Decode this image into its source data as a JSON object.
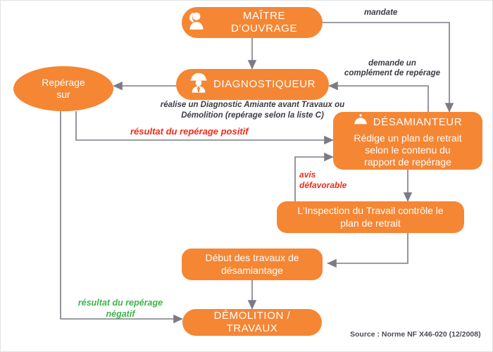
{
  "meta": {
    "accent": "#F58634",
    "red": "#ee2b18",
    "green": "#3cb44a",
    "dark": "#3b3b45",
    "source": "Source : Norme NF X46-020 (12/2008)"
  },
  "nodes": {
    "maitre_ouvrage": {
      "title": "MAÎTRE D'OUVRAGE",
      "icon": "person-phone-icon"
    },
    "reperage_sur": {
      "line1": "Repérage",
      "line2": "sur"
    },
    "diagnostiqueur": {
      "title": "DIAGNOSTIQUEUR",
      "icon": "person-helmet-tie-icon",
      "caption": "réalise un Diagnostic Amiante avant Travaux ou\nDémolition (repérage selon la liste C)"
    },
    "desamianteur": {
      "title": "DÉSAMIANTEUR",
      "icon": "helmet-icon",
      "line1": "Rédige un plan de retrait",
      "line2": "selon le contenu du",
      "line3": "rapport de repérage"
    },
    "inspection": {
      "line1": "L'Inspection du Travail contrôle le",
      "line2": "plan de retrait"
    },
    "debut_travaux": {
      "line1": "Début des travaux de",
      "line2": "désamiantage"
    },
    "demolition": {
      "title": "DÉMOLITION / TRAVAUX"
    }
  },
  "edge_labels": {
    "mandate": "mandate",
    "complement": "demande un\ncomplément de repérage",
    "positif": "résultat du repérage positif",
    "avis_defavorable": "avis\ndéfavorable",
    "negatif": "résultat du repérage\nnégatif"
  }
}
